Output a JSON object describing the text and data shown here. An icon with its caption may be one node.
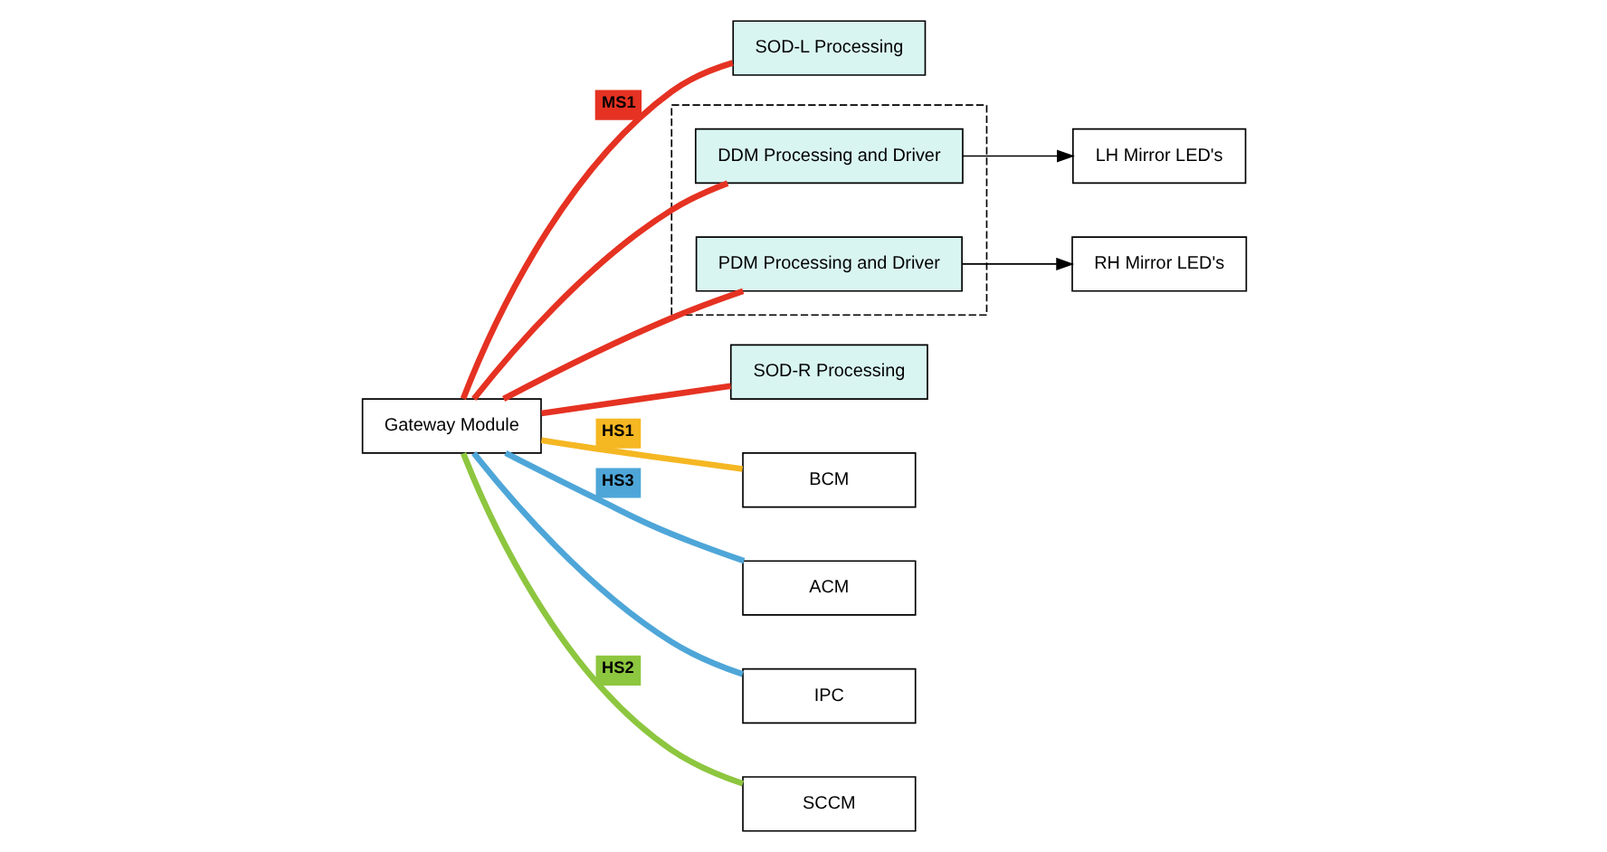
{
  "diagram": {
    "nodes": [
      {
        "text": [
          "SOD-L Processing"
        ]
      },
      {
        "text": [],
        "shape": "box"
      },
      {
        "text": [
          "DDM Processing and Driver"
        ],
        "in": 1
      },
      {
        "text": [
          "LH Mirror LED's"
        ]
      },
      {
        "text": [
          "SOD-R Processing"
        ]
      },
      {
        "text": [
          "PDM Processing and Driver"
        ],
        "in": 1
      },
      {
        "text": [
          "RH Mirror LED's"
        ]
      },
      {
        "text": [
          "BCM"
        ]
      },
      {
        "text": [
          "ACM"
        ]
      },
      {
        "text": [
          "IPC"
        ]
      },
      {
        "text": [
          "Gateway Module"
        ]
      },
      {
        "text": [
          "SCCM"
        ]
      }
    ],
    "edges": [
      {
        "from": 10,
        "to": 0,
        "arrow": "none",
        "label": "MS1",
        "color": "#e53222"
      },
      {
        "from": 10,
        "to": 2,
        "arrow": "none",
        "color": "#e53222"
      },
      {
        "from": 10,
        "to": 4,
        "arrow": "none",
        "color": "#e53222"
      },
      {
        "from": 10,
        "to": 5,
        "arrow": "none",
        "color": "#e53222"
      },
      {
        "from": 2,
        "to": 3,
        "arrow": "to",
        "color": "#000000"
      },
      {
        "from": 5,
        "to": 6,
        "arrow": "to",
        "color": "#000000"
      },
      {
        "from": 10,
        "to": 7,
        "arrow": "none",
        "label": "HS1",
        "color": "#f5b722"
      },
      {
        "from": 10,
        "to": 8,
        "arrow": "none",
        "label": "HS3",
        "color": "#4ea6d8"
      },
      {
        "from": 10,
        "to": 9,
        "arrow": "none",
        "color": "#4ea6d8"
      },
      {
        "from": 10,
        "to": 11,
        "arrow": "none",
        "label": "HS2",
        "color": "#8dc63f"
      }
    ]
  }
}
